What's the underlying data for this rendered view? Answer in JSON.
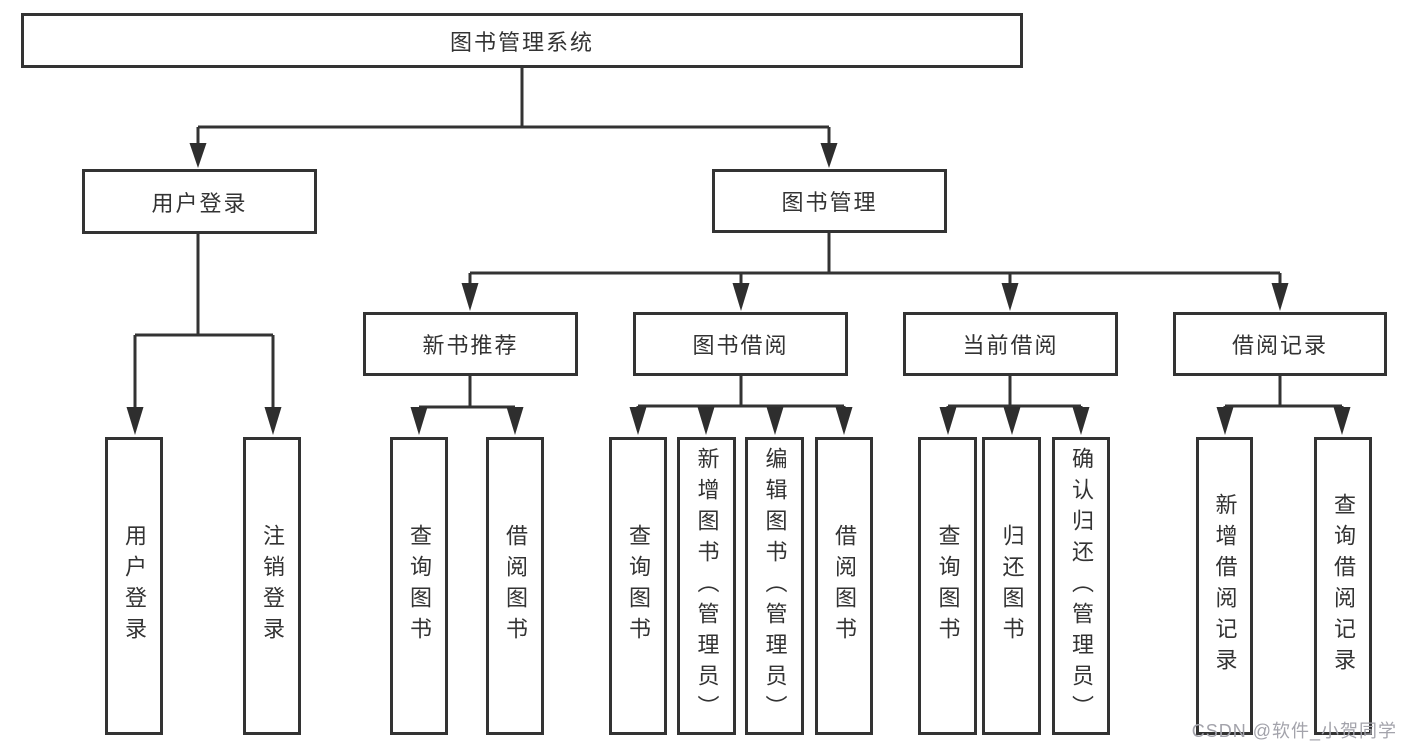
{
  "nodes": {
    "root": "图书管理系统",
    "userLogin": "用户登录",
    "bookManagement": "图书管理",
    "newBookRecommend": "新书推荐",
    "bookBorrow": "图书借阅",
    "currentBorrow": "当前借阅",
    "borrowRecord": "借阅记录",
    "leafUserLogin": "用户登录",
    "leafLogoutLogin": "注销登录",
    "leafQueryBookA": "查询图书",
    "leafBorrowBookA": "借阅图书",
    "leafQueryBookB": "查询图书",
    "leafAddBookAdmin": "新增图书（管理员）",
    "leafEditBookAdmin": "编辑图书（管理员）",
    "leafBorrowBookB": "借阅图书",
    "leafQueryBookC": "查询图书",
    "leafReturnBook": "归还图书",
    "leafConfirmReturnAdmin": "确认归还（管理员）",
    "leafAddBorrowRecord": "新增借阅记录",
    "leafQueryBorrowRecord": "查询借阅记录"
  },
  "hierarchy": {
    "图书管理系统": {
      "用户登录": [
        "用户登录",
        "注销登录"
      ],
      "图书管理": {
        "新书推荐": [
          "查询图书",
          "借阅图书"
        ],
        "图书借阅": [
          "查询图书",
          "新增图书（管理员）",
          "编辑图书（管理员）",
          "借阅图书"
        ],
        "当前借阅": [
          "查询图书",
          "归还图书",
          "确认归还（管理员）"
        ],
        "借阅记录": [
          "新增借阅记录",
          "查询借阅记录"
        ]
      }
    }
  },
  "watermark": "CSDN @软件_小贺同学",
  "colors": {
    "line": "#333333",
    "text": "#333333",
    "watermark": "#a3a3ab",
    "background": "#ffffff"
  }
}
